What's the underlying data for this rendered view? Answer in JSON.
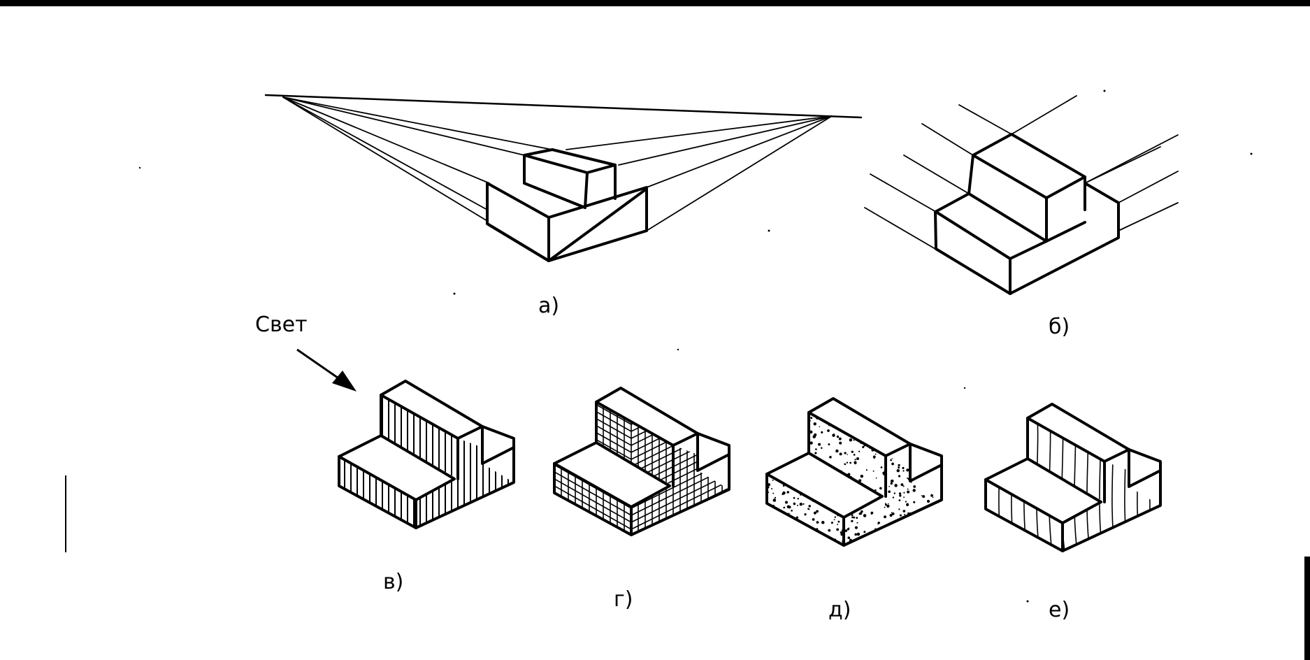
{
  "figure": {
    "description": "Perspective and axonometric drawings of a stepped block with surface texture rendering",
    "light_label": "Свет",
    "panels": [
      {
        "id": "a",
        "label": "а)",
        "kind": "two-point perspective with vanishing points"
      },
      {
        "id": "b",
        "label": "б)",
        "kind": "parallel (axonometric) projection with extension lines"
      },
      {
        "id": "v",
        "label": "в)",
        "kind": "hatching (vertical strokes)"
      },
      {
        "id": "g",
        "label": "г)",
        "kind": "grid hatching"
      },
      {
        "id": "d",
        "label": "д)",
        "kind": "stipple"
      },
      {
        "id": "e",
        "label": "е)",
        "kind": "wood grain"
      }
    ]
  },
  "colors": {
    "ink": "#000000",
    "paper": "#ffffff"
  }
}
